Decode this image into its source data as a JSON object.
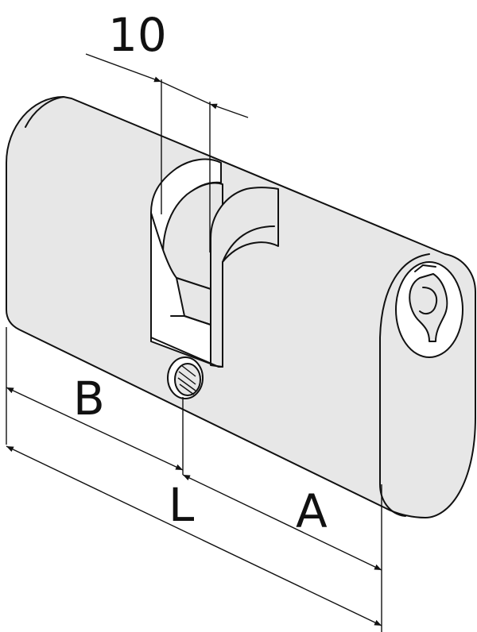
{
  "dimensions": {
    "cam_width": "10",
    "length_b": "B",
    "length_total": "L",
    "length_a": "A"
  },
  "colors": {
    "body": "#e7e7e7",
    "line": "#111111",
    "background": "#ffffff"
  }
}
